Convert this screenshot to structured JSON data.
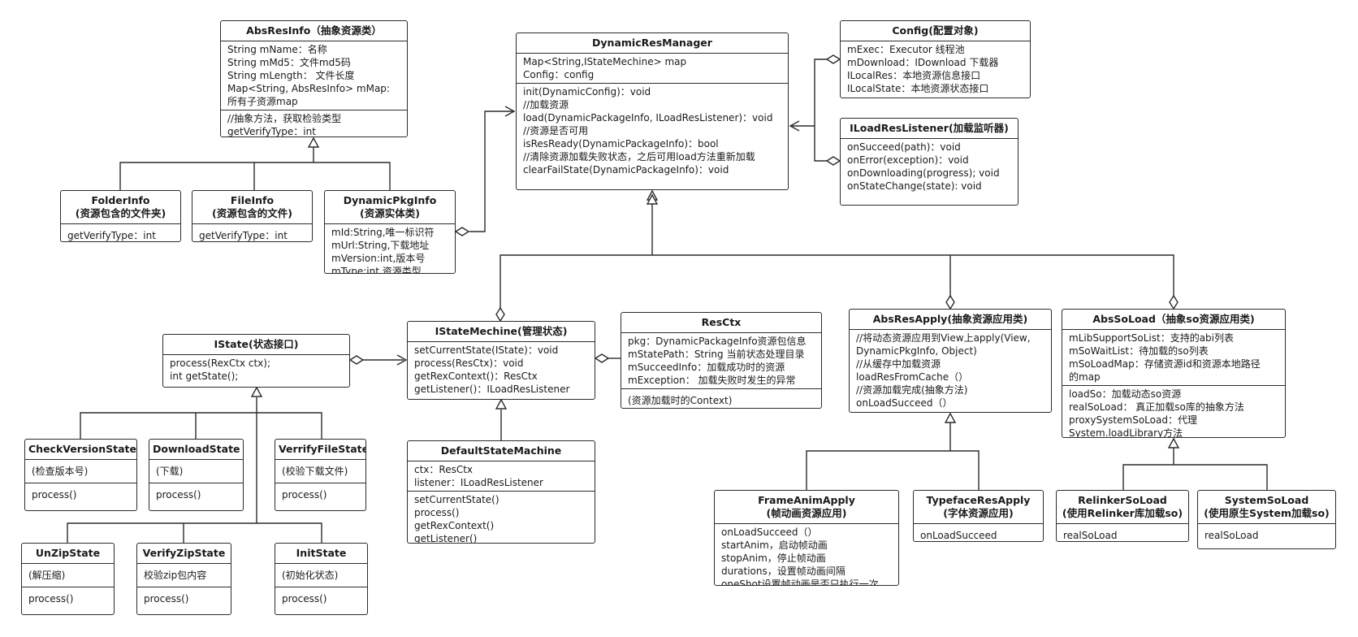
{
  "classes": {
    "absResInfo": {
      "title": "AbsResInfo（抽象资源类）",
      "attrs": [
        "String mName：名称",
        "String mMd5：文件md5码",
        "String mLength： 文件长度",
        "Map<String, AbsResInfo> mMap:",
        "所有子资源map"
      ],
      "methods": [
        "//抽象方法，获取检验类型",
        "getVerifyType：int"
      ]
    },
    "folderInfo": {
      "title": "FolderInfo\n(资源包含的文件夹)",
      "methods": [
        "getVerifyType：int"
      ]
    },
    "fileInfo": {
      "title": "FileInfo\n(资源包含的文件)",
      "methods": [
        "getVerifyType：int"
      ]
    },
    "dynamicPkgInfo": {
      "title": "DynamicPkgInfo\n(资源实体类)",
      "attrs": [
        "mId:String,唯一标识符",
        "mUrl:String,下载地址",
        "mVersion:int,版本号",
        "mType:int,资源类型"
      ]
    },
    "dynamicResManager": {
      "title": "DynamicResManager",
      "attrs": [
        "Map<String,IStateMechine> map",
        "Config：config"
      ],
      "methods": [
        "init(DynamicConfig)：void",
        "//加载资源",
        "load(DynamicPackageInfo, ILoadResListener)：void",
        "//资源是否可用",
        "isResReady(DynamicPackageInfo)：bool",
        "//清除资源加载失败状态，之后可用load方法重新加载",
        "clearFailState(DynamicPackageInfo)：void"
      ]
    },
    "config": {
      "title": "Config(配置对象)",
      "attrs": [
        "mExec：Executor 线程池",
        "mDownload：IDownload 下载器",
        "ILocalRes：本地资源信息接口",
        "ILocalState：本地资源状态接口"
      ]
    },
    "iLoadResListener": {
      "title": "ILoadResListener(加载监听器)",
      "methods": [
        "onSucceed(path)：void",
        "onError(exception)：void",
        "onDownloading(progress); void",
        "onStateChange(state): void"
      ]
    },
    "iState": {
      "title": "IState(状态接口)",
      "methods": [
        "process(RexCtx ctx);",
        "int getState();"
      ]
    },
    "iStateMechine": {
      "title": "IStateMechine(管理状态)",
      "methods": [
        "setCurrentState(IState)：void",
        "process(ResCtx)：void",
        "getRexContext()：ResCtx",
        "getListener()：ILoadResListener"
      ]
    },
    "resCtx": {
      "title": "ResCtx",
      "attrs": [
        "pkg：DynamicPackageInfo资源包信息",
        "mStatePath：String 当前状态处理目录",
        "mSucceedInfo：加载成功时的资源",
        "mException： 加载失败时发生的异常"
      ],
      "notes": [
        "(资源加载时的Context)"
      ]
    },
    "defaultStateMachine": {
      "title": "DefaultStateMachine",
      "attrs": [
        "ctx：ResCtx",
        "listener：ILoadResListener"
      ],
      "methods": [
        "setCurrentState()",
        "process()",
        "getRexContext()",
        "getListener()"
      ]
    },
    "absResApply": {
      "title": "AbsResApply(抽象资源应用类)",
      "methods": [
        "//将动态资源应用到View上apply(View,",
        "DynamicPkgInfo, Object)",
        "//从缓存中加载资源",
        "loadResFromCache（）",
        "//资源加载完成(抽象方法)",
        "onLoadSucceed（）"
      ]
    },
    "absSoLoad": {
      "title": "AbsSoLoad（抽象so资源应用类)",
      "attrs": [
        "mLibSupportSoList：支持的abi列表",
        "mSoWaitList：待加载的so列表",
        "mSoLoadMap：存储资源id和资源本地路径",
        "的map"
      ],
      "methods": [
        "loadSo：加载动态so资源",
        "realSoLoad： 真正加载so库的抽象方法",
        "proxySystemSoLoad：代理",
        "System.loadLibrary方法"
      ]
    },
    "frameAnimApply": {
      "title": "FrameAnimApply\n(帧动画资源应用)",
      "methods": [
        "onLoadSucceed（）",
        "startAnim，启动帧动画",
        "stopAnim，停止帧动画",
        "durations，设置帧动画间隔",
        "oneShot设置帧动画是否只执行一次"
      ]
    },
    "typefaceResApply": {
      "title": "TypefaceResApply\n(字体资源应用)",
      "methods": [
        "onLoadSucceed"
      ]
    },
    "relinkerSoLoad": {
      "title": "RelinkerSoLoad\n(使用Relinker库加载so)",
      "methods": [
        "realSoLoad"
      ]
    },
    "systemSoLoad": {
      "title": "SystemSoLoad\n(使用原生System加载so)",
      "methods": [
        "realSoLoad"
      ]
    },
    "checkVersionState": {
      "title": "CheckVersionState",
      "notes": [
        "(检查版本号)"
      ],
      "methods": [
        "process()"
      ]
    },
    "downloadState": {
      "title": "DownloadState",
      "notes": [
        "(下载)"
      ],
      "methods": [
        "process()"
      ]
    },
    "verrifyFileState": {
      "title": "VerrifyFileState",
      "notes": [
        "(校验下载文件)"
      ],
      "methods": [
        "process()"
      ]
    },
    "unZipState": {
      "title": "UnZipState",
      "notes": [
        "(解压缩)"
      ],
      "methods": [
        "process()"
      ]
    },
    "verifyZipState": {
      "title": "VerifyZipState",
      "notes": [
        "校验zip包内容"
      ],
      "methods": [
        "process()"
      ]
    },
    "initState": {
      "title": "InitState",
      "notes": [
        "(初始化状态)"
      ],
      "methods": [
        "process()"
      ]
    }
  }
}
